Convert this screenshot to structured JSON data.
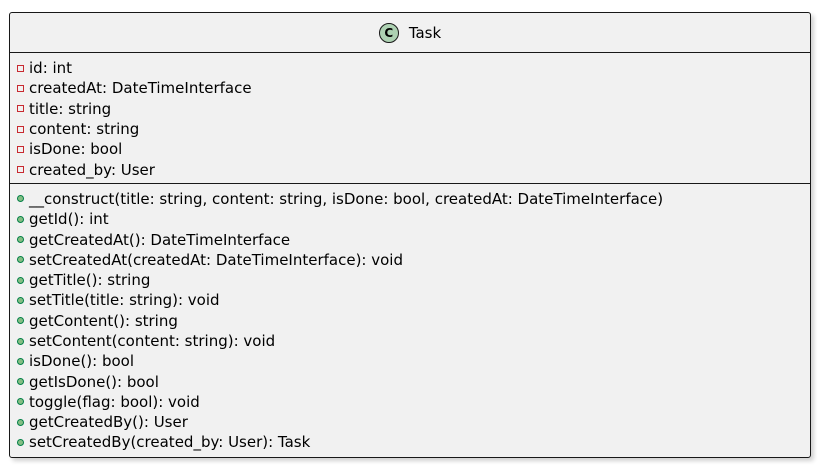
{
  "class": {
    "stereotype": "C",
    "name": "Task",
    "colors": {
      "badge": "#add1b2",
      "private_marker": "#c82930",
      "public_marker": "#84be84",
      "background": "#f1f1f1",
      "border": "#181818"
    },
    "fields": [
      {
        "visibility": "private",
        "text": "id: int"
      },
      {
        "visibility": "private",
        "text": "createdAt: DateTimeInterface"
      },
      {
        "visibility": "private",
        "text": "title: string"
      },
      {
        "visibility": "private",
        "text": "content: string"
      },
      {
        "visibility": "private",
        "text": "isDone: bool"
      },
      {
        "visibility": "private",
        "text": "created_by: User"
      }
    ],
    "methods": [
      {
        "visibility": "public",
        "text": "__construct(title: string, content: string, isDone: bool, createdAt: DateTimeInterface)"
      },
      {
        "visibility": "public",
        "text": "getId(): int"
      },
      {
        "visibility": "public",
        "text": "getCreatedAt(): DateTimeInterface"
      },
      {
        "visibility": "public",
        "text": "setCreatedAt(createdAt: DateTimeInterface): void"
      },
      {
        "visibility": "public",
        "text": "getTitle(): string"
      },
      {
        "visibility": "public",
        "text": "setTitle(title: string): void"
      },
      {
        "visibility": "public",
        "text": "getContent(): string"
      },
      {
        "visibility": "public",
        "text": "setContent(content: string): void"
      },
      {
        "visibility": "public",
        "text": "isDone(): bool"
      },
      {
        "visibility": "public",
        "text": "getIsDone(): bool"
      },
      {
        "visibility": "public",
        "text": "toggle(flag: bool): void"
      },
      {
        "visibility": "public",
        "text": "getCreatedBy(): User"
      },
      {
        "visibility": "public",
        "text": "setCreatedBy(created_by: User): Task"
      }
    ]
  }
}
